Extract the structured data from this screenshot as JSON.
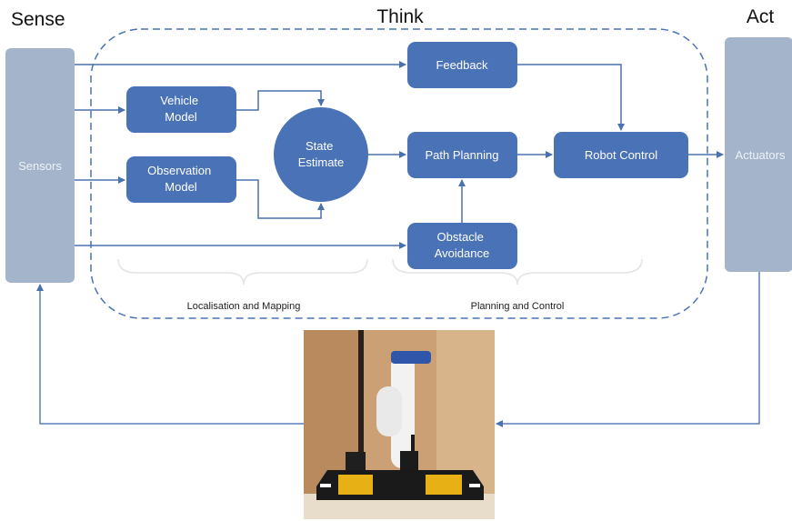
{
  "headings": {
    "sense": "Sense",
    "think": "Think",
    "act": "Act"
  },
  "blocks": {
    "sensors": "Sensors",
    "actuators": "Actuators",
    "feedback": "Feedback",
    "vehicle_model": [
      "Vehicle",
      "Model"
    ],
    "observation_model": [
      "Observation",
      "Model"
    ],
    "state_estimate": [
      "State",
      "Estimate"
    ],
    "path_planning": "Path Planning",
    "robot_control": "Robot Control",
    "obstacle_avoidance": [
      "Obstacle",
      "Avoidance"
    ]
  },
  "groups": {
    "localisation": "Localisation and Mapping",
    "planning": "Planning and Control"
  },
  "colors": {
    "process_block": "#4a72b7",
    "side_block": "#a3b4cb",
    "think_border": "#4a72b7",
    "arrow": "#4a72ad"
  }
}
